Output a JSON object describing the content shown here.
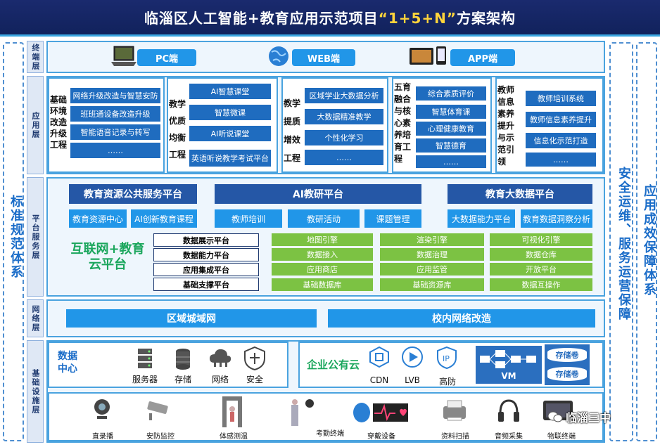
{
  "title": {
    "prefix": "临淄区人工智能+教育应用示范项目",
    "highlight": "“1+5+N”",
    "suffix": "方案架构"
  },
  "left_side": "标准规范体系",
  "right_side_1": "安全运维、服务运营保障",
  "right_side_2": "应用成效保障体系",
  "layers": {
    "terminal": "终端层",
    "application": "应用层",
    "platform": "平台服务层",
    "network": "网络层",
    "infra": "基础设施层"
  },
  "terminal": {
    "pc": "PC端",
    "web": "WEB端",
    "app": "APP端"
  },
  "app_groups": [
    {
      "title_lines": [
        "基础",
        "环境",
        "改造",
        "升级",
        "工程"
      ],
      "items": [
        "网络升级改造与智慧安防",
        "班班通设备改造升级",
        "智能语音记录与转写",
        "……"
      ]
    },
    {
      "title_lines": [
        "教学",
        "优质",
        "均衡",
        "工程"
      ],
      "items": [
        "AI智慧课堂",
        "智慧微课",
        "AI听说课堂",
        "英语听说教学考试平台"
      ]
    },
    {
      "title_lines": [
        "教学",
        "提质",
        "增效",
        "工程"
      ],
      "items": [
        "区域学业大数据分析",
        "大数据精准教学",
        "个性化学习",
        "……"
      ]
    },
    {
      "title_lines": [
        "五育",
        "融合",
        "与核",
        "心素",
        "养培",
        "育工",
        "程"
      ],
      "items": [
        "综合素质评价",
        "智慧体育课",
        "心理健康教育",
        "智慧德育",
        "……"
      ]
    },
    {
      "title_lines": [
        "教师",
        "信息",
        "素养",
        "提升",
        "与示",
        "范引",
        "领"
      ],
      "items": [
        "教师培训系统",
        "教师信息素养提升",
        "信息化示范打造",
        "……"
      ]
    }
  ],
  "platform": {
    "headers": [
      "教育资源公共服务平台",
      "AI教研平台",
      "教育大数据平台"
    ],
    "sub_buttons": [
      "教育资源中心",
      "AI创新教育课程",
      "教师培训",
      "教研活动",
      "课题管理",
      "大数据能力平台",
      "教育数据洞察分析"
    ],
    "cloud_title": [
      "互联网+教育",
      "云平台"
    ],
    "stack": [
      "数据展示平台",
      "数据能力平台",
      "应用集成平台",
      "基础支撑平台"
    ],
    "green_col1": [
      "地图引擎",
      "数据接入",
      "应用商店",
      "基础数据库"
    ],
    "green_col2": [
      "渲染引擎",
      "数据治理",
      "应用监管",
      "基础资源库"
    ],
    "green_col3": [
      "可视化引擎",
      "数据仓库",
      "开放平台",
      "数据互操作"
    ]
  },
  "network": {
    "left": "区域城域网",
    "right": "校内网络改造"
  },
  "datacenter": {
    "title": [
      "数据",
      "中心"
    ],
    "items": [
      "服务器",
      "存储",
      "网络",
      "安全"
    ]
  },
  "cloud": {
    "title": "企业公有云",
    "items": [
      "CDN",
      "LVB",
      "高防"
    ],
    "vm": "VM",
    "storage": [
      "存储卷",
      "存储卷"
    ]
  },
  "devices": [
    "直录播",
    "安防监控",
    "体感测温",
    "考勤终端",
    "穿戴设备",
    "资料扫描",
    "音频采集",
    "物联终端"
  ],
  "watermark": "临淄三中",
  "colors": {
    "title_bg": "#11225c",
    "accent": "#2196e8",
    "green": "#7cc243",
    "dark_blue": "#2557a6",
    "highlight": "#ffd43b"
  }
}
